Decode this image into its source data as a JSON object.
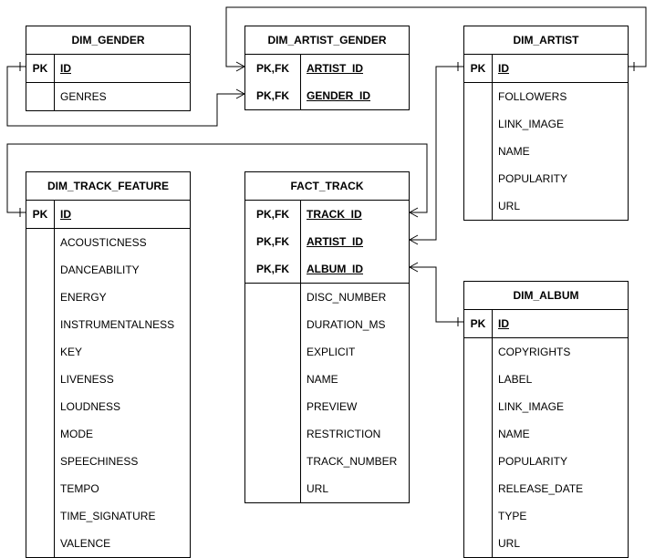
{
  "entities": {
    "dim_gender": {
      "name": "DIM_GENDER",
      "keys": [
        {
          "type": "PK",
          "field": "ID"
        }
      ],
      "attributes": [
        "GENRES"
      ]
    },
    "dim_artist_gender": {
      "name": "DIM_ARTIST_GENDER",
      "keys": [
        {
          "type": "PK,FK",
          "field": "ARTIST_ID"
        },
        {
          "type": "PK,FK",
          "field": "GENDER_ID"
        }
      ],
      "attributes": []
    },
    "dim_artist": {
      "name": "DIM_ARTIST",
      "keys": [
        {
          "type": "PK",
          "field": "ID"
        }
      ],
      "attributes": [
        "FOLLOWERS",
        "LINK_IMAGE",
        "NAME",
        "POPULARITY",
        "URL"
      ]
    },
    "dim_track_feature": {
      "name": "DIM_TRACK_FEATURE",
      "keys": [
        {
          "type": "PK",
          "field": "ID"
        }
      ],
      "attributes": [
        "ACOUSTICNESS",
        "DANCEABILITY",
        "ENERGY",
        "INSTRUMENTALNESS",
        "KEY",
        "LIVENESS",
        "LOUDNESS",
        "MODE",
        "SPEECHINESS",
        "TEMPO",
        "TIME_SIGNATURE",
        "VALENCE"
      ]
    },
    "fact_track": {
      "name": "FACT_TRACK",
      "keys": [
        {
          "type": "PK,FK",
          "field": "TRACK_ID"
        },
        {
          "type": "PK,FK",
          "field": "ARTIST_ID"
        },
        {
          "type": "PK,FK",
          "field": "ALBUM_ID"
        }
      ],
      "attributes": [
        "DISC_NUMBER",
        "DURATION_MS",
        "EXPLICIT",
        "NAME",
        "PREVIEW",
        "RESTRICTION",
        "TRACK_NUMBER",
        "URL"
      ]
    },
    "dim_album": {
      "name": "DIM_ALBUM",
      "keys": [
        {
          "type": "PK",
          "field": "ID"
        }
      ],
      "attributes": [
        "COPYRIGHTS",
        "LABEL",
        "LINK_IMAGE",
        "NAME",
        "POPULARITY",
        "RELEASE_DATE",
        "TYPE",
        "URL"
      ]
    }
  }
}
